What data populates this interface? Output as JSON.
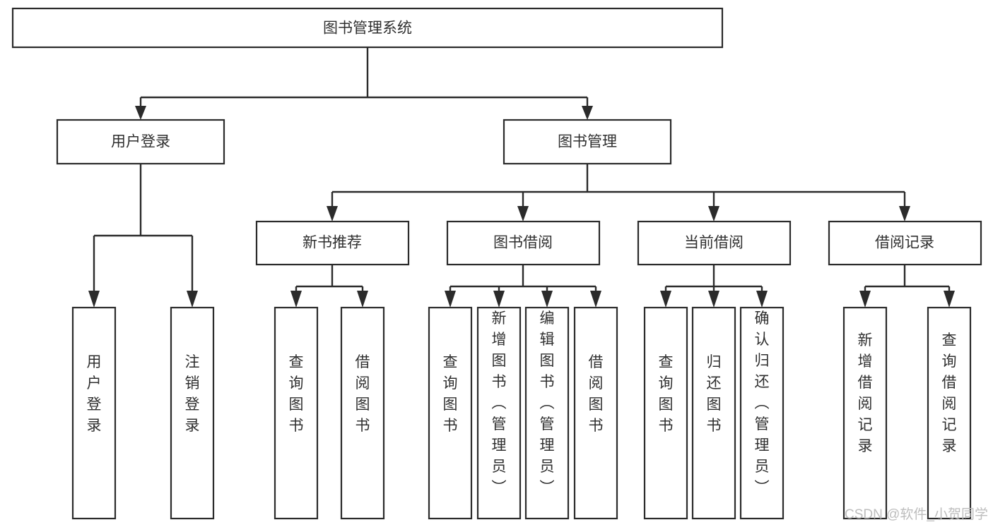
{
  "diagram": {
    "title": "图书管理系统",
    "type": "tree-hierarchy-chart",
    "orientation": "top-down",
    "colors": {
      "box_fill": "#ffffff",
      "box_stroke": "#2b2b2b",
      "connector": "#2b2b2b",
      "label_text": "#2f2f2f",
      "background": "#ffffff",
      "watermark": "#bdbdbd"
    },
    "root": {
      "label": "图书管理系统"
    },
    "level1": [
      {
        "label": "用户登录"
      },
      {
        "label": "图书管理"
      }
    ],
    "level2": [
      {
        "label": "新书推荐"
      },
      {
        "label": "图书借阅"
      },
      {
        "label": "当前借阅"
      },
      {
        "label": "借阅记录"
      }
    ],
    "leaves": {
      "user_login": [
        {
          "label": "用户登录"
        },
        {
          "label": "注销登录"
        }
      ],
      "new_book_recommend": [
        {
          "label": "查询图书"
        },
        {
          "label": "借阅图书"
        }
      ],
      "book_borrow": [
        {
          "label": "查询图书"
        },
        {
          "label": "新增图书（管理员）"
        },
        {
          "label": "编辑图书（管理员）"
        },
        {
          "label": "借阅图书"
        }
      ],
      "current_borrow": [
        {
          "label": "查询图书"
        },
        {
          "label": "归还图书"
        },
        {
          "label": "确认归还（管理员）"
        }
      ],
      "borrow_record": [
        {
          "label": "新增借阅记录"
        },
        {
          "label": "查询借阅记录"
        }
      ]
    },
    "watermark": "CSDN @软件_小贺同学"
  }
}
